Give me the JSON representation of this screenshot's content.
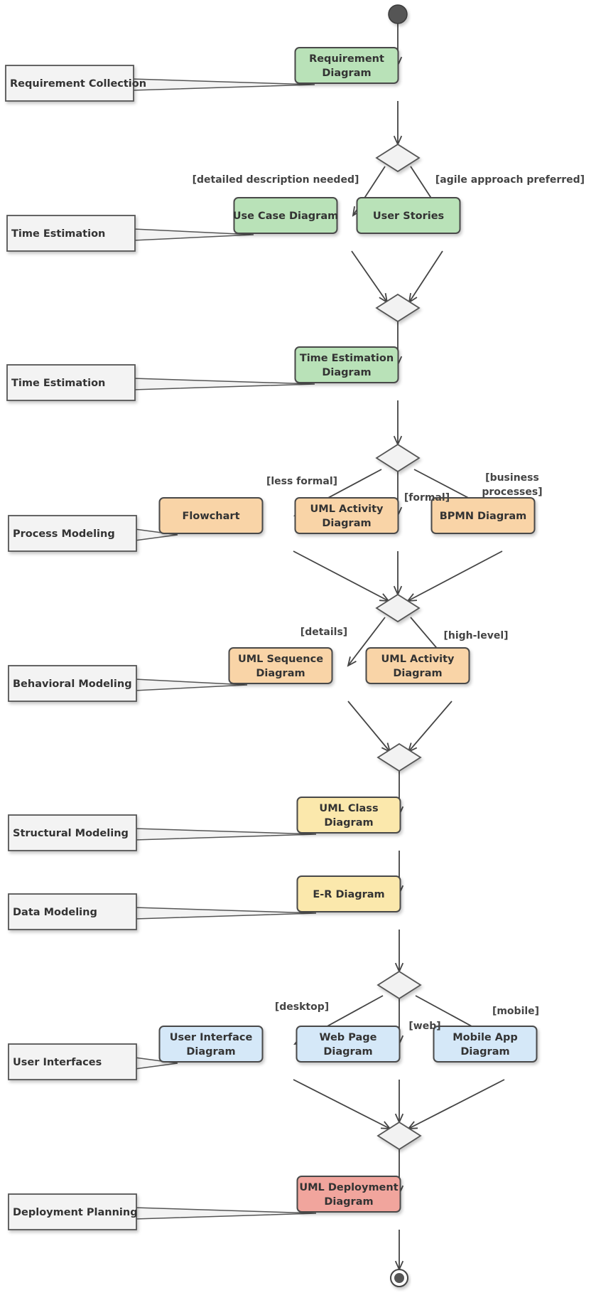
{
  "colors": {
    "green": "#b9e2b8",
    "orange": "#f9d4a7",
    "yellow": "#fbe8ac",
    "blue": "#d5e8f8",
    "red": "#f1a59d",
    "note": "#f3f3f3",
    "decision": "#f2f2f2",
    "terminal": "#555555"
  },
  "notes": [
    {
      "id": "note-requirement-collection",
      "text": "Requirement Collection"
    },
    {
      "id": "note-time-estimation-1",
      "text": "Time Estimation"
    },
    {
      "id": "note-time-estimation-2",
      "text": "Time Estimation"
    },
    {
      "id": "note-process-modeling",
      "text": "Process Modeling"
    },
    {
      "id": "note-behavioral-modeling",
      "text": "Behavioral Modeling"
    },
    {
      "id": "note-structural-modeling",
      "text": "Structural Modeling"
    },
    {
      "id": "note-data-modeling",
      "text": "Data Modeling"
    },
    {
      "id": "note-user-interfaces",
      "text": "User Interfaces"
    },
    {
      "id": "note-deployment-planning",
      "text": "Deployment Planning"
    }
  ],
  "activities": [
    {
      "id": "requirement-diagram",
      "lines": [
        "Requirement",
        "Diagram"
      ],
      "color": "green"
    },
    {
      "id": "use-case-diagram",
      "lines": [
        "Use Case Diagram"
      ],
      "color": "green"
    },
    {
      "id": "user-stories",
      "lines": [
        "User Stories"
      ],
      "color": "green"
    },
    {
      "id": "time-estimation-diagram",
      "lines": [
        "Time Estimation",
        "Diagram"
      ],
      "color": "green"
    },
    {
      "id": "flowchart",
      "lines": [
        "Flowchart"
      ],
      "color": "orange"
    },
    {
      "id": "uml-activity-diagram-1",
      "lines": [
        "UML Activity",
        "Diagram"
      ],
      "color": "orange"
    },
    {
      "id": "bpmn-diagram",
      "lines": [
        "BPMN Diagram"
      ],
      "color": "orange"
    },
    {
      "id": "uml-sequence-diagram",
      "lines": [
        "UML Sequence",
        "Diagram"
      ],
      "color": "orange"
    },
    {
      "id": "uml-activity-diagram-2",
      "lines": [
        "UML Activity",
        "Diagram"
      ],
      "color": "orange"
    },
    {
      "id": "uml-class-diagram",
      "lines": [
        "UML Class",
        "Diagram"
      ],
      "color": "yellow"
    },
    {
      "id": "er-diagram",
      "lines": [
        "E-R Diagram"
      ],
      "color": "yellow"
    },
    {
      "id": "user-interface-diagram",
      "lines": [
        "User Interface",
        "Diagram"
      ],
      "color": "blue"
    },
    {
      "id": "web-page-diagram",
      "lines": [
        "Web Page",
        "Diagram"
      ],
      "color": "blue"
    },
    {
      "id": "mobile-app-diagram",
      "lines": [
        "Mobile App",
        "Diagram"
      ],
      "color": "blue"
    },
    {
      "id": "uml-deployment-diagram",
      "lines": [
        "UML Deployment",
        "Diagram"
      ],
      "color": "red"
    }
  ],
  "guards": [
    {
      "id": "guard-detailed",
      "lines": [
        "[detailed description needed]"
      ]
    },
    {
      "id": "guard-agile",
      "lines": [
        "[agile approach preferred]"
      ]
    },
    {
      "id": "guard-less-formal",
      "lines": [
        "[less formal]"
      ]
    },
    {
      "id": "guard-formal",
      "lines": [
        "[formal]"
      ]
    },
    {
      "id": "guard-business",
      "lines": [
        "[business",
        "processes]"
      ]
    },
    {
      "id": "guard-details",
      "lines": [
        "[details]"
      ]
    },
    {
      "id": "guard-high-level",
      "lines": [
        "[high-level]"
      ]
    },
    {
      "id": "guard-desktop",
      "lines": [
        "[desktop]"
      ]
    },
    {
      "id": "guard-web",
      "lines": [
        "[web]"
      ]
    },
    {
      "id": "guard-mobile",
      "lines": [
        "[mobile]"
      ]
    }
  ]
}
